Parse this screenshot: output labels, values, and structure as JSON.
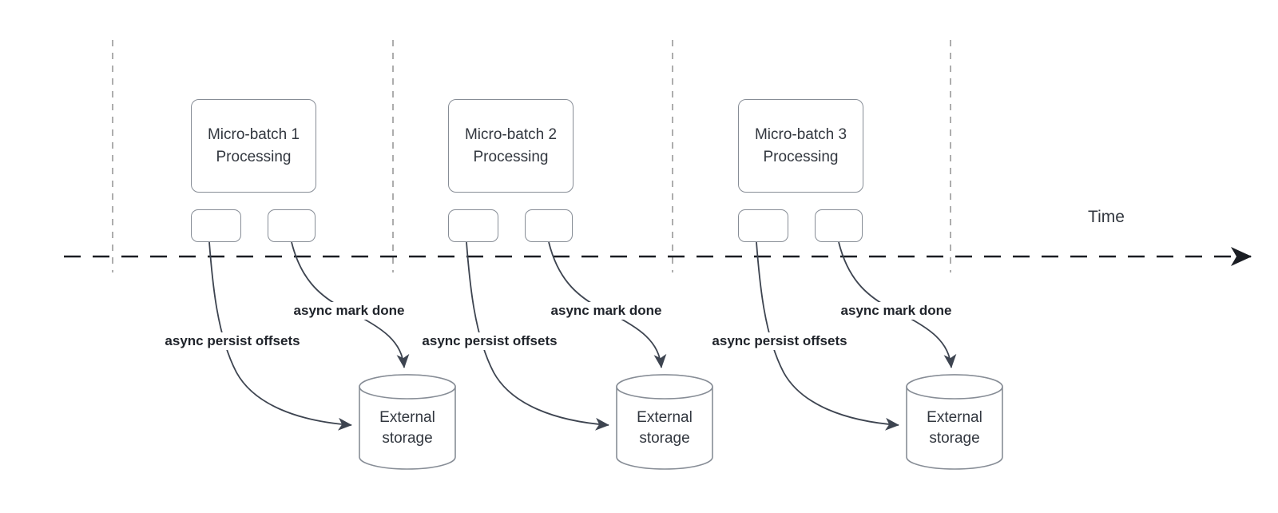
{
  "diagram": {
    "time_axis_label": "Time",
    "sections": [
      {
        "box_title_line1": "Micro-batch 1",
        "box_title_line2": "Processing",
        "persist_arrow_label": "async persist offsets",
        "done_arrow_label": "async mark done",
        "storage_line1": "External",
        "storage_line2": "storage"
      },
      {
        "box_title_line1": "Micro-batch 2",
        "box_title_line2": "Processing",
        "persist_arrow_label": "async persist offsets",
        "done_arrow_label": "async mark done",
        "storage_line1": "External",
        "storage_line2": "storage"
      },
      {
        "box_title_line1": "Micro-batch 3",
        "box_title_line2": "Processing",
        "persist_arrow_label": "async persist offsets",
        "done_arrow_label": "async mark done",
        "storage_line1": "External",
        "storage_line2": "storage"
      }
    ]
  },
  "colors": {
    "background": "#ffffff",
    "text": "#32373f",
    "label_text": "#20242b",
    "arrow": "#3d4450",
    "timeline": "#1a1d23",
    "shape_border": "#878d96",
    "guide_line": "#adadad"
  }
}
